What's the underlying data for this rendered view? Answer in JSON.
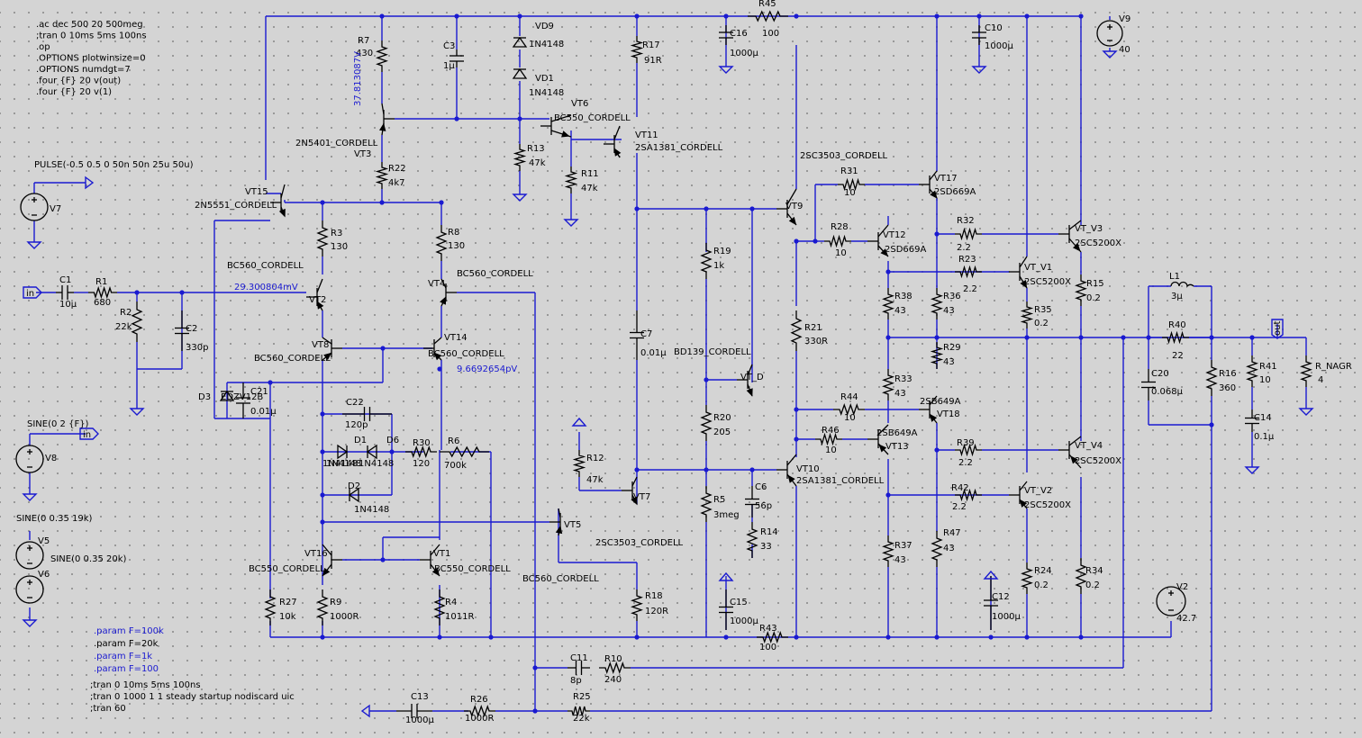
{
  "directives": [
    ".ac dec 500 20 500meg",
    ";tran 0 10ms 5ms 100ns",
    ".op",
    ".OPTIONS plotwinsize=0",
    ".OPTIONS numdgt=7",
    ".four {F} 20 v(out)",
    ".four {F} 20 v(1)"
  ],
  "params": [
    {
      "text": ".param F=100k",
      "active": true
    },
    {
      "text": ".param F=20k",
      "active": false
    },
    {
      "text": ".param F=1k",
      "active": true
    },
    {
      "text": ".param F=100",
      "active": true
    }
  ],
  "tran_lines": [
    ";tran 0 10ms 5ms 100ns",
    ";tran 0 1000 1 1 steady startup nodiscard uic",
    ";tran 60"
  ],
  "sources": {
    "v7": {
      "name": "V7",
      "value": "PULSE(-0.5 0.5 0 50n 50n 25u 50u)"
    },
    "v8": {
      "name": "V8",
      "value": "SINE(0 2 {F})"
    },
    "v5": {
      "name": "V5",
      "value": "SINE(0 0.35 19k)"
    },
    "v6": {
      "name": "V6",
      "value": "SINE(0 0.35 20k)"
    },
    "v9": {
      "name": "V9",
      "value": "40"
    },
    "v2": {
      "name": "V2",
      "value": "42.7"
    }
  },
  "net_labels": {
    "in": "in",
    "out": "out"
  },
  "probe_values": {
    "vt2": "29.300804mV",
    "vt14": "9.6692654pV",
    "vt7_r7": "37.813087V"
  },
  "components": [
    {
      "ref": "R7",
      "value": "430"
    },
    {
      "ref": "C3",
      "value": "1μ"
    },
    {
      "ref": "VD9",
      "value": "1N4148"
    },
    {
      "ref": "VD1",
      "value": "1N4148"
    },
    {
      "ref": "R17",
      "value": "91R"
    },
    {
      "ref": "R45",
      "value": "100"
    },
    {
      "ref": "C16",
      "value": "1000μ"
    },
    {
      "ref": "C10",
      "value": "1000μ"
    },
    {
      "ref": "VT6",
      "value": "BC550_CORDELL"
    },
    {
      "ref": "VT11",
      "value": "2SA1381_CORDELL"
    },
    {
      "ref": "R13",
      "value": "47k"
    },
    {
      "ref": "R11",
      "value": "47k"
    },
    {
      "ref": "VT3",
      "value": "2N5401_CORDELL"
    },
    {
      "ref": "R22",
      "value": "4k7"
    },
    {
      "ref": "VT15",
      "value": "2N5551_CORDELL"
    },
    {
      "ref": "R3",
      "value": "130"
    },
    {
      "ref": "R8",
      "value": "130"
    },
    {
      "ref": "VT4",
      "value": "BC560_CORDELL"
    },
    {
      "ref": "VT2",
      "value": "BC560_CORDELL"
    },
    {
      "ref": "C1",
      "value": "10μ"
    },
    {
      "ref": "R1",
      "value": "680"
    },
    {
      "ref": "R2",
      "value": "22k"
    },
    {
      "ref": "C2",
      "value": "330p"
    },
    {
      "ref": "VT8",
      "value": "BC560_CORDELL"
    },
    {
      "ref": "VT14",
      "value": "BC560_CORDELL"
    },
    {
      "ref": "D3",
      "value": "EDZV12B"
    },
    {
      "ref": "C21",
      "value": "0.01μ"
    },
    {
      "ref": "C22",
      "value": "120p"
    },
    {
      "ref": "D1",
      "value": "1N4148"
    },
    {
      "ref": "D6",
      "value": "1N4148"
    },
    {
      "ref": "D2",
      "value": "1N4148"
    },
    {
      "ref": "R30",
      "value": "120"
    },
    {
      "ref": "R6",
      "value": "700k"
    },
    {
      "ref": "R12",
      "value": "47k"
    },
    {
      "ref": "VT7",
      "value": "2SC3503_CORDELL"
    },
    {
      "ref": "VT5",
      "value": "BC560_CORDELL"
    },
    {
      "ref": "VT16",
      "value": "BC550_CORDELL"
    },
    {
      "ref": "VT1",
      "value": "BC550_CORDELL"
    },
    {
      "ref": "R27",
      "value": "10k"
    },
    {
      "ref": "R9",
      "value": "1000R"
    },
    {
      "ref": "R4",
      "value": "1011R"
    },
    {
      "ref": "R18",
      "value": "120R"
    },
    {
      "ref": "C15",
      "value": "1000μ"
    },
    {
      "ref": "R43",
      "value": "100"
    },
    {
      "ref": "C11",
      "value": "8p"
    },
    {
      "ref": "R10",
      "value": "240"
    },
    {
      "ref": "C13",
      "value": "1000μ"
    },
    {
      "ref": "R26",
      "value": "1000R"
    },
    {
      "ref": "R25",
      "value": "22k"
    },
    {
      "ref": "C7",
      "value": "0.01μ"
    },
    {
      "ref": "R19",
      "value": "1k"
    },
    {
      "ref": "VT_D",
      "value": "BD139_CORDELL"
    },
    {
      "ref": "R20",
      "value": "205"
    },
    {
      "ref": "R5",
      "value": "3meg"
    },
    {
      "ref": "C6",
      "value": "56p"
    },
    {
      "ref": "R14",
      "value": "33"
    },
    {
      "ref": "VT9",
      "value": "2SC3503_CORDELL"
    },
    {
      "ref": "VT10",
      "value": "2SA1381_CORDELL"
    },
    {
      "ref": "R21",
      "value": "330R"
    },
    {
      "ref": "R31",
      "value": "10"
    },
    {
      "ref": "R28",
      "value": "10"
    },
    {
      "ref": "VT17",
      "value": "2SD669A"
    },
    {
      "ref": "VT12",
      "value": "2SD669A"
    },
    {
      "ref": "R32",
      "value": "2.2"
    },
    {
      "ref": "R23",
      "value": "2.2"
    },
    {
      "ref": "R38",
      "value": "43"
    },
    {
      "ref": "R36",
      "value": "43"
    },
    {
      "ref": "R29",
      "value": "43"
    },
    {
      "ref": "R33",
      "value": "43"
    },
    {
      "ref": "R44",
      "value": "10"
    },
    {
      "ref": "R46",
      "value": "10"
    },
    {
      "ref": "VT18",
      "value": "2SB649A"
    },
    {
      "ref": "VT13",
      "value": "2SB649A"
    },
    {
      "ref": "R39",
      "value": "2.2"
    },
    {
      "ref": "R42",
      "value": "2.2"
    },
    {
      "ref": "R37",
      "value": "43"
    },
    {
      "ref": "R47",
      "value": "43"
    },
    {
      "ref": "C12",
      "value": "1000μ"
    },
    {
      "ref": "VT_V3",
      "value": "2SC5200X"
    },
    {
      "ref": "VT_V1",
      "value": "2SC5200X"
    },
    {
      "ref": "VT_V4",
      "value": "2SC5200X"
    },
    {
      "ref": "VT_V2",
      "value": "2SC5200X"
    },
    {
      "ref": "R35",
      "value": "0.2"
    },
    {
      "ref": "R15",
      "value": "0.2"
    },
    {
      "ref": "R24",
      "value": "0.2"
    },
    {
      "ref": "R34",
      "value": "0.2"
    },
    {
      "ref": "L1",
      "value": "3μ"
    },
    {
      "ref": "R40",
      "value": "22"
    },
    {
      "ref": "C20",
      "value": "0.068μ"
    },
    {
      "ref": "R16",
      "value": "360"
    },
    {
      "ref": "R41",
      "value": "10"
    },
    {
      "ref": "C14",
      "value": "0.1μ"
    },
    {
      "ref": "R_NAGR",
      "value": "4"
    }
  ],
  "colors": {
    "wire": "#1a1ad0",
    "component": "#000000",
    "background": "#d4d4d4",
    "grid_dot": "#8c8c8c"
  }
}
